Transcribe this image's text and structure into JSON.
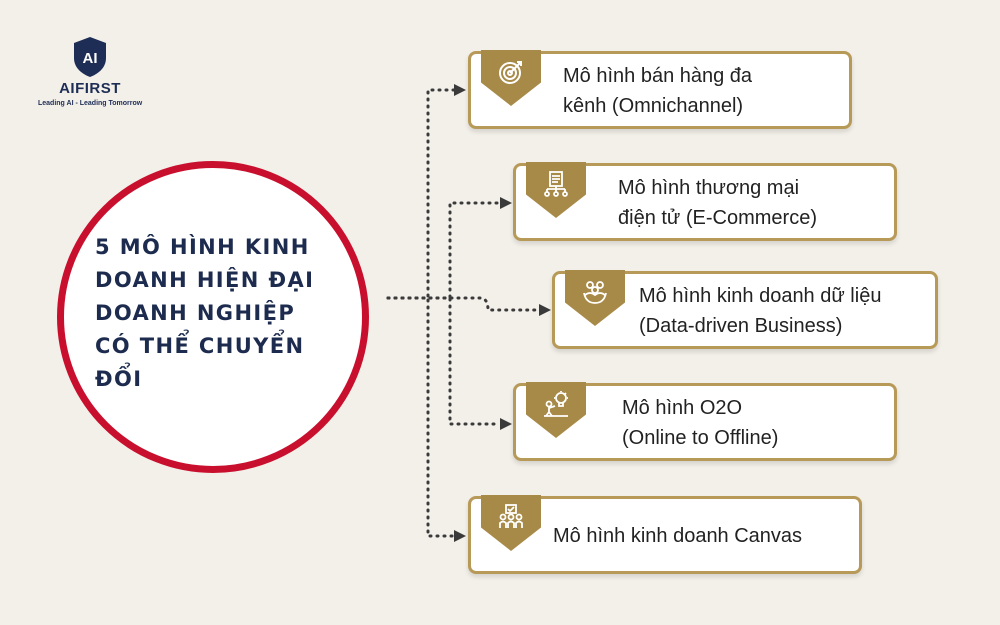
{
  "logo": {
    "monogram": "AI",
    "brand": "AIFIRST",
    "tagline": "Leading AI - Leading Tomorrow"
  },
  "center": {
    "title": "5 MÔ HÌNH KINH DOANH HIỆN ĐẠI DOANH NGHIỆP CÓ THỂ CHUYỂN ĐỔI"
  },
  "models": [
    {
      "line1": "Mô hình bán hàng đa",
      "line2": "kênh (Omnichannel)",
      "icon": "target-icon"
    },
    {
      "line1": "Mô hình thương mại",
      "line2": "điện tử (E-Commerce)",
      "icon": "document-icon"
    },
    {
      "line1": "Mô hình kinh doanh dữ liệu",
      "line2": "(Data-driven Business)",
      "icon": "team-icon"
    },
    {
      "line1": "Mô hình O2O",
      "line2": "(Online to Offline)",
      "icon": "idea-icon"
    },
    {
      "line1": "Mô hình kinh doanh Canvas",
      "line2": "",
      "icon": "people-icon"
    }
  ],
  "colors": {
    "accent_gold": "#b79a58",
    "badge": "#a88a48",
    "circle_border": "#c8102e",
    "title": "#1c2b4e",
    "background": "#f3efe9"
  }
}
